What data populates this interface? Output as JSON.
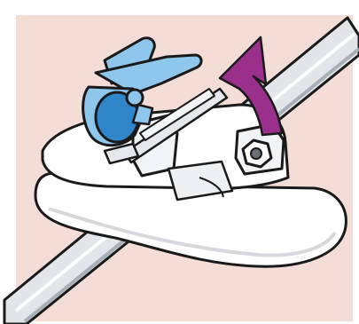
{
  "illustration": {
    "background_color": "#F4DDD6",
    "outline_color": "#1A1A1A",
    "tube_fill": "#E2E5EA",
    "tube_shadow": "#A9AFB8",
    "base_fill": "#FFFFFF",
    "base_shadow": "#D6D8DC",
    "clamp_fill": "#8FC6EC",
    "clamp_dark": "#2F86C9",
    "arrow_color": "#9A2F8C",
    "icons": [
      "tube",
      "clamp-base",
      "roller-clamp",
      "rotate-arrow",
      "hex-nut"
    ]
  }
}
